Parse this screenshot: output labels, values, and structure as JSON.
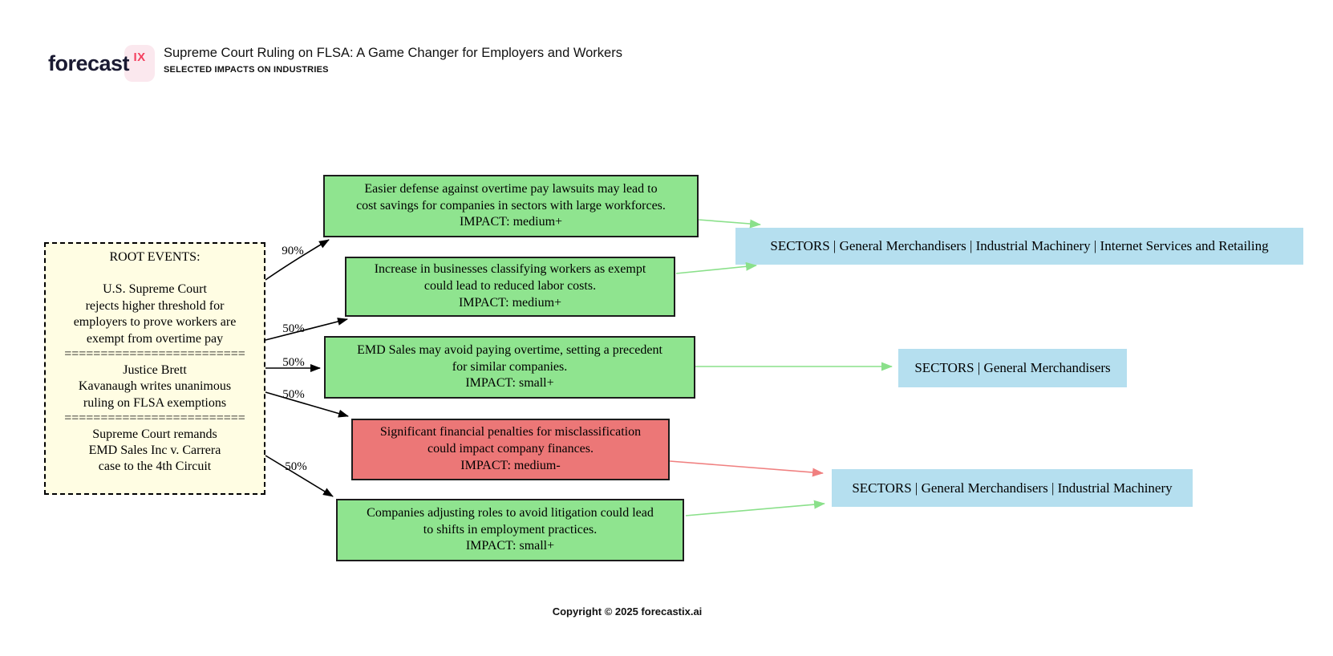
{
  "header": {
    "logo_text": "forecast",
    "logo_badge": "IX",
    "title": "Supreme Court Ruling on FLSA: A Game Changer for Employers and Workers",
    "subtitle": "SELECTED IMPACTS ON INDUSTRIES"
  },
  "root": {
    "heading": "ROOT EVENTS:",
    "separator": "=========================",
    "events": [
      "U.S. Supreme Court\nrejects higher threshold for\nemployers to prove workers are\nexempt from overtime pay",
      "Justice Brett\nKavanaugh writes unanimous\nruling on FLSA exemptions",
      "Supreme Court remands\nEMD Sales Inc v. Carrera\ncase to the 4th Circuit"
    ]
  },
  "impacts": [
    {
      "text": "Easier defense against overtime pay lawsuits may lead to\ncost savings for companies in sectors with large workforces.",
      "impact": "IMPACT: medium+",
      "sentiment": "positive",
      "probability": "90%"
    },
    {
      "text": "Increase in businesses classifying workers as exempt\ncould lead to reduced labor costs.",
      "impact": "IMPACT: medium+",
      "sentiment": "positive",
      "probability": "50%"
    },
    {
      "text": "EMD Sales may avoid paying overtime, setting a precedent\nfor similar companies.",
      "impact": "IMPACT: small+",
      "sentiment": "positive",
      "probability": "50%"
    },
    {
      "text": "Significant financial penalties for misclassification\ncould impact company finances.",
      "impact": "IMPACT: medium-",
      "sentiment": "negative",
      "probability": "50%"
    },
    {
      "text": "Companies adjusting roles to avoid litigation could lead\nto shifts in employment practices.",
      "impact": "IMPACT: small+",
      "sentiment": "positive",
      "probability": "50%"
    }
  ],
  "sectors": [
    {
      "label": "SECTORS | General Merchandisers | Industrial Machinery | Internet Services and Retailing"
    },
    {
      "label": "SECTORS | General Merchandisers"
    },
    {
      "label": "SECTORS | General Merchandisers | Industrial Machinery"
    }
  ],
  "colors": {
    "positive_node": "#8fe48f",
    "negative_node": "#ec7777",
    "sector_box": "#b5dfef",
    "root_box": "#fffde3",
    "green_arrow": "#8ae08a",
    "red_arrow": "#f08080",
    "black_arrow": "#000000",
    "logo_badge_bg": "#fbe8ee",
    "logo_badge_fg": "#f4405f"
  },
  "footer": {
    "copyright": "Copyright © 2025 forecastix.ai"
  }
}
